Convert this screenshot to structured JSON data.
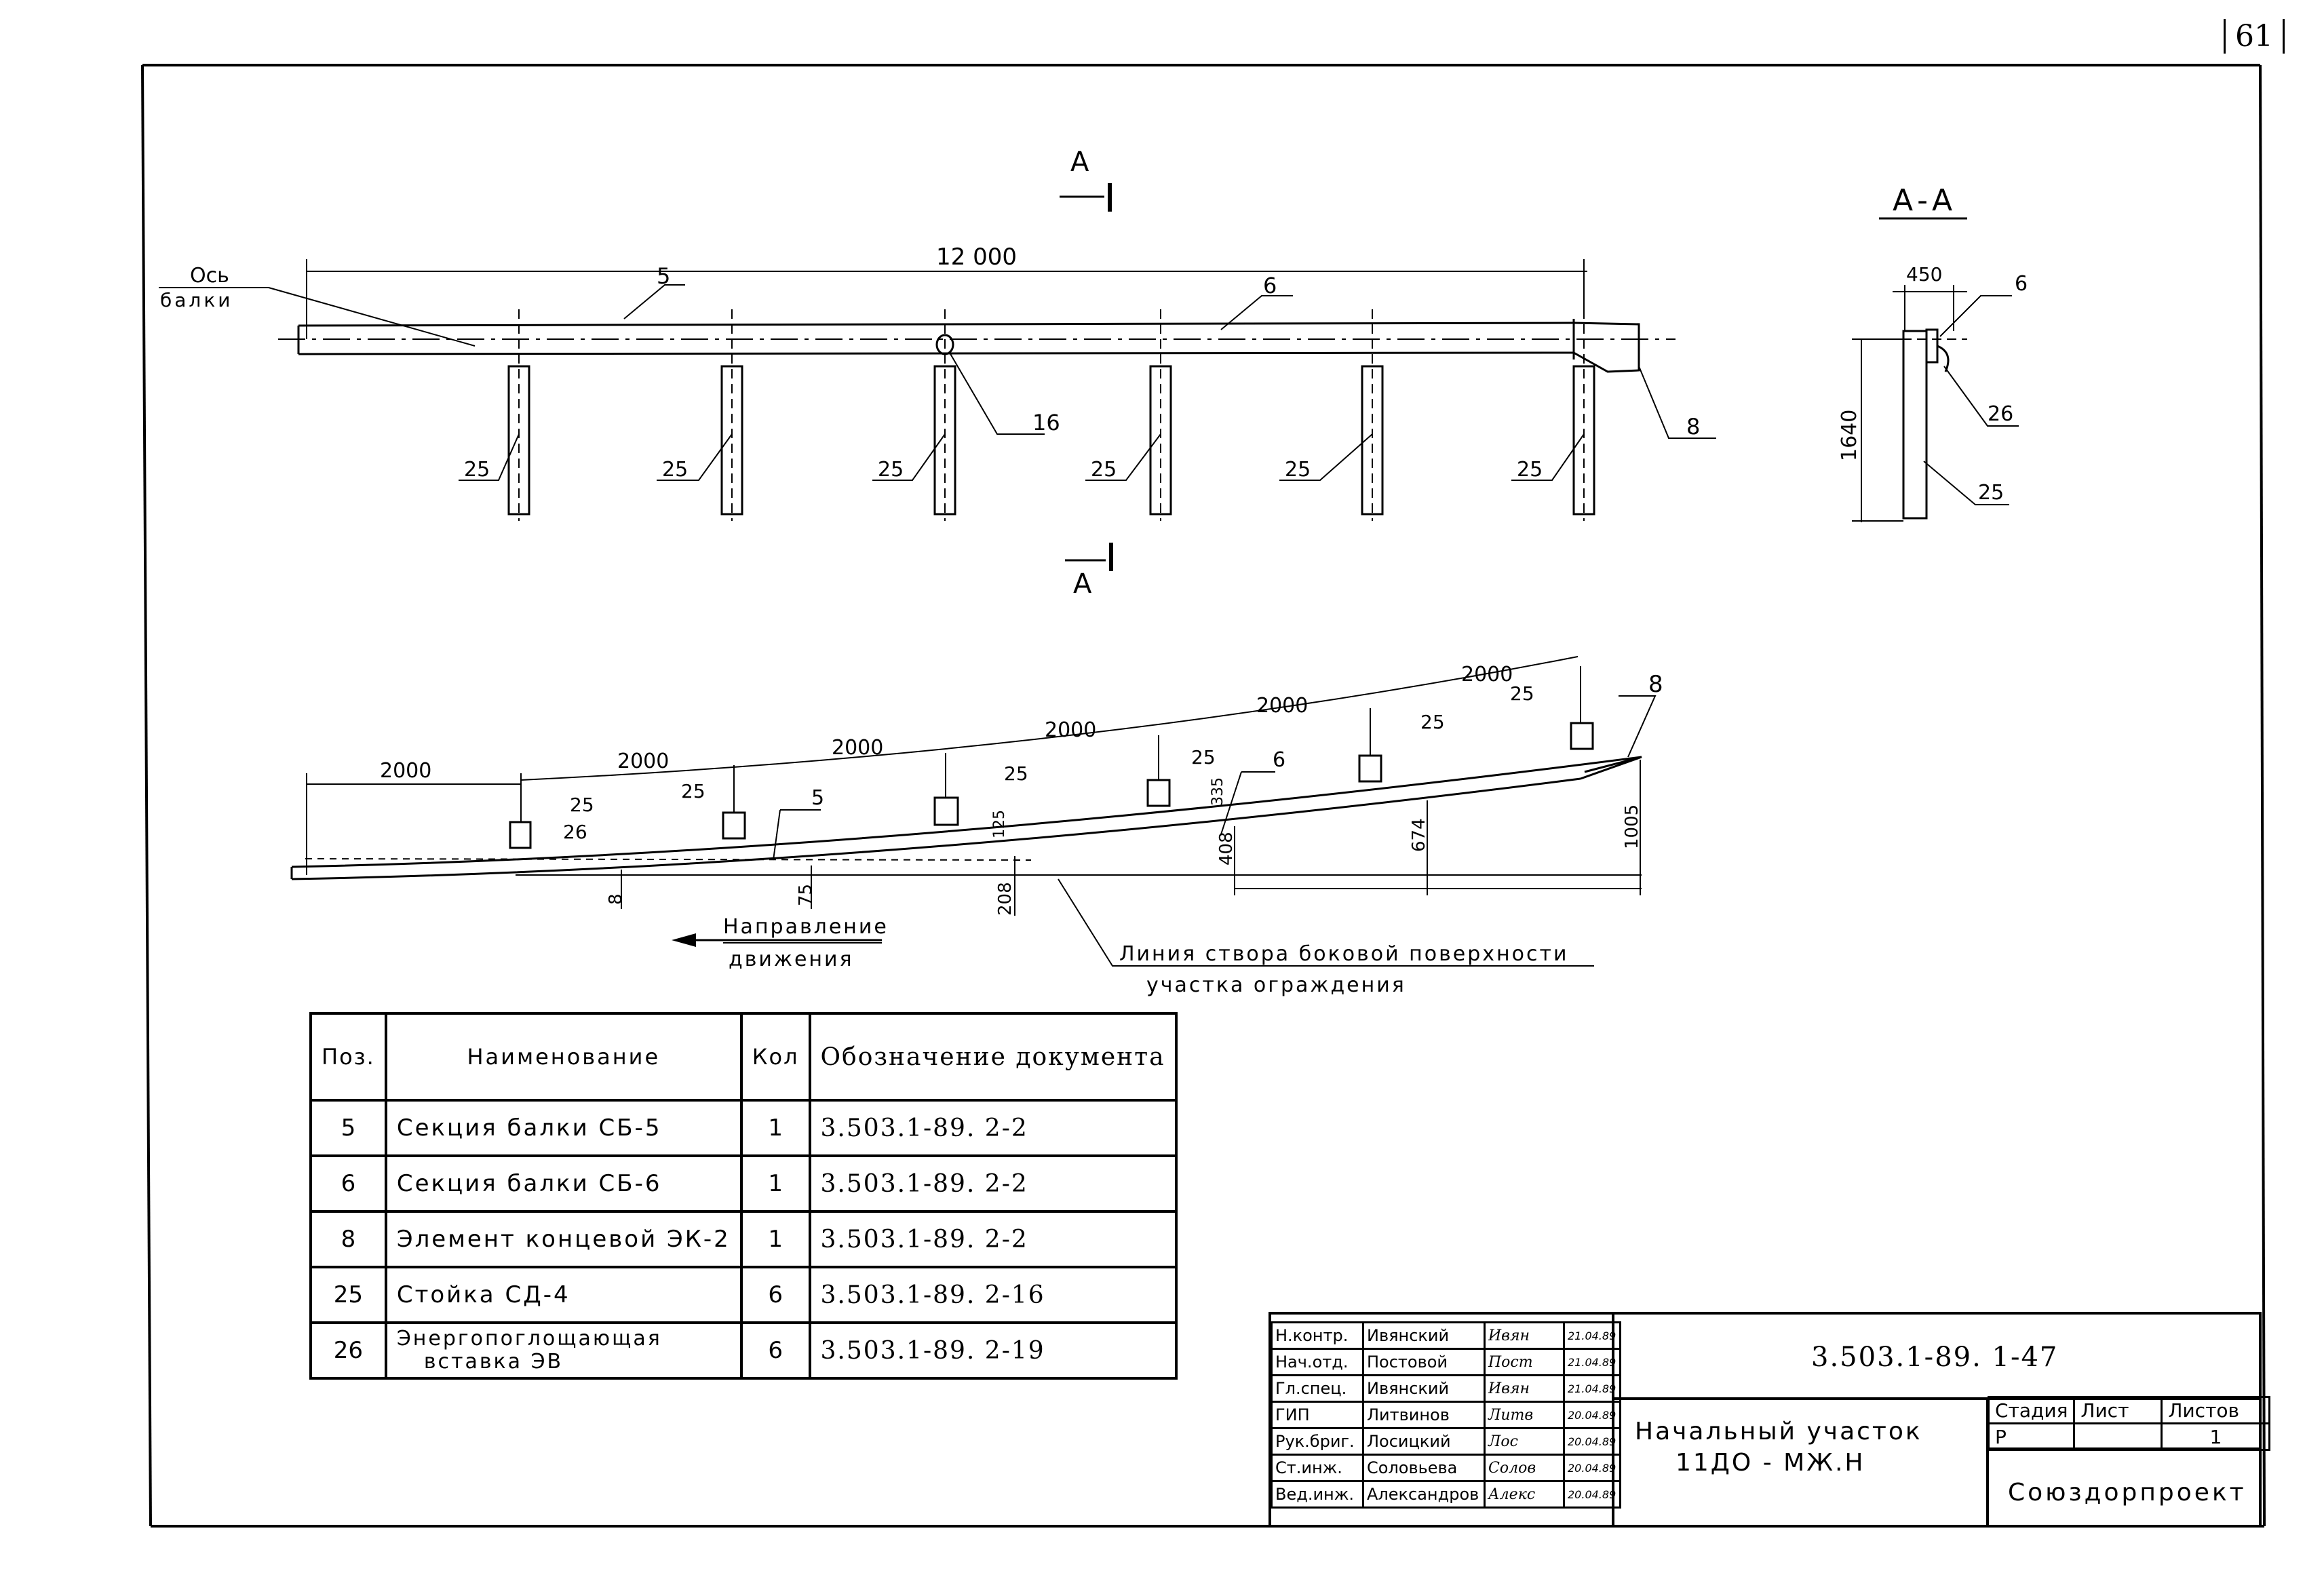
{
  "sheet_number": "61",
  "plan_view": {
    "section_mark": "A",
    "overall_length": "12 000",
    "axis_label_1": "Ось",
    "axis_label_2": "балки",
    "pos_5": "5",
    "pos_6": "6",
    "pos_16": "16",
    "pos_8": "8",
    "post_label": "25"
  },
  "section_view": {
    "title": "А-А",
    "width": "450",
    "height": "1640",
    "pos_6": "6",
    "pos_26": "26",
    "pos_25": "25"
  },
  "profile_view": {
    "spacing": "2000",
    "post_label": "25",
    "pos_26": "26",
    "pos_5": "5",
    "pos_6": "6",
    "pos_8": "8",
    "offsets": [
      "8",
      "75",
      "208",
      "408",
      "674",
      "1005"
    ],
    "gaps": [
      "125",
      "335"
    ],
    "direction_1": "Направление",
    "direction_2": "движения",
    "line_note_1": "Линия створа боковой поверхности",
    "line_note_2": "участка ограждения"
  },
  "spec_table": {
    "headers": [
      "Поз.",
      "Наименование",
      "Кол",
      "Обозначение документа"
    ],
    "rows": [
      {
        "pos": "5",
        "name": "Секция балки СБ-5",
        "qty": "1",
        "doc": "3.503.1-89. 2-2"
      },
      {
        "pos": "6",
        "name": "Секция балки СБ-6",
        "qty": "1",
        "doc": "3.503.1-89. 2-2"
      },
      {
        "pos": "8",
        "name": "Элемент концевой ЭК-2",
        "qty": "1",
        "doc": "3.503.1-89. 2-2"
      },
      {
        "pos": "25",
        "name": "Стойка СД-4",
        "qty": "6",
        "doc": "3.503.1-89. 2-16"
      },
      {
        "pos": "26",
        "name_1": "Энергопоглощающая",
        "name_2": "вставка ЭВ",
        "qty": "6",
        "doc": "3.503.1-89. 2-19"
      }
    ]
  },
  "title_block": {
    "document_code": "3.503.1-89. 1-47",
    "title_1": "Начальный участок",
    "title_2": "11ДО - МЖ.Н",
    "stage_header": "Стадия",
    "sheet_header": "Лист",
    "sheets_header": "Листов",
    "stage": "Р",
    "sheet": "",
    "sheets": "1",
    "organization": "Союздорпроект",
    "signatures": [
      {
        "role": "Н.контр.",
        "name": "Ивянский",
        "sign": "Ивян",
        "date": "21.04.89"
      },
      {
        "role": "Нач.отд.",
        "name": "Постовой",
        "sign": "Пост",
        "date": "21.04.89"
      },
      {
        "role": "Гл.спец.",
        "name": "Ивянский",
        "sign": "Ивян",
        "date": "21.04.89"
      },
      {
        "role": "ГИП",
        "name": "Литвинов",
        "sign": "Литв",
        "date": "20.04.89"
      },
      {
        "role": "Рук.бриг.",
        "name": "Лосицкий",
        "sign": "Лос",
        "date": "20.04.89"
      },
      {
        "role": "Ст.инж.",
        "name": "Соловьева",
        "sign": "Солов",
        "date": "20.04.89"
      },
      {
        "role": "Вед.инж.",
        "name": "Александров",
        "sign": "Алекс",
        "date": "20.04.89"
      }
    ]
  }
}
